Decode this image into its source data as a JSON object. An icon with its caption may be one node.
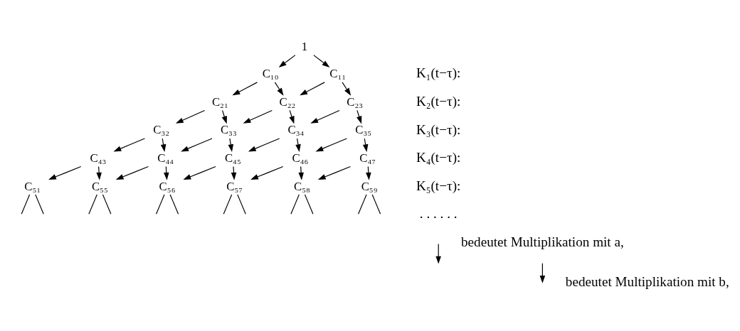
{
  "diagram": {
    "nodes": [
      {
        "text": [
          "1"
        ]
      },
      {
        "text": [
          "C₁₀"
        ]
      },
      {
        "text": [
          "C₁₁"
        ]
      },
      {
        "text": [
          "C₂₁"
        ]
      },
      {
        "text": [
          "C₂₂"
        ]
      },
      {
        "text": [
          "C₂₃"
        ]
      },
      {
        "text": [
          "C₃₂"
        ]
      },
      {
        "text": [
          "C₃₃"
        ]
      },
      {
        "text": [
          "C₃₄"
        ]
      },
      {
        "text": [
          "C₃₅"
        ]
      },
      {
        "text": [
          "C₄₃"
        ]
      },
      {
        "text": [
          "C₄₄"
        ]
      },
      {
        "text": [
          "C₄₅"
        ]
      },
      {
        "text": [
          "C₄₆"
        ]
      },
      {
        "text": [
          "C₄₇"
        ]
      },
      {
        "text": [
          "C₅₁"
        ]
      },
      {
        "text": [
          "C₅₅"
        ]
      },
      {
        "text": [
          "C₅₆"
        ]
      },
      {
        "text": [
          "C₅₇"
        ]
      },
      {
        "text": [
          "C₅₈"
        ]
      },
      {
        "text": [
          "C₅₉"
        ]
      }
    ],
    "edges": [
      {
        "from": 0,
        "to": 1,
        "arrow": "to"
      },
      {
        "from": 0,
        "to": 2,
        "arrow": "to"
      },
      {
        "from": 1,
        "to": 3,
        "arrow": "to"
      },
      {
        "from": 1,
        "to": 4,
        "arrow": "to"
      },
      {
        "from": 2,
        "to": 4,
        "arrow": "to"
      },
      {
        "from": 2,
        "to": 5,
        "arrow": "to"
      },
      {
        "from": 3,
        "to": 6,
        "arrow": "to"
      },
      {
        "from": 3,
        "to": 7,
        "arrow": "to"
      },
      {
        "from": 4,
        "to": 7,
        "arrow": "to"
      },
      {
        "from": 4,
        "to": 8,
        "arrow": "to"
      },
      {
        "from": 5,
        "to": 8,
        "arrow": "to"
      },
      {
        "from": 5,
        "to": 9,
        "arrow": "to"
      },
      {
        "from": 6,
        "to": 10,
        "arrow": "to"
      },
      {
        "from": 6,
        "to": 11,
        "arrow": "to"
      },
      {
        "from": 7,
        "to": 11,
        "arrow": "to"
      },
      {
        "from": 7,
        "to": 12,
        "arrow": "to"
      },
      {
        "from": 8,
        "to": 12,
        "arrow": "to"
      },
      {
        "from": 8,
        "to": 13,
        "arrow": "to"
      },
      {
        "from": 9,
        "to": 13,
        "arrow": "to"
      },
      {
        "from": 9,
        "to": 14,
        "arrow": "to"
      },
      {
        "from": 10,
        "to": 15,
        "arrow": "to"
      },
      {
        "from": 10,
        "to": 16,
        "arrow": "to"
      },
      {
        "from": 11,
        "to": 16,
        "arrow": "to"
      },
      {
        "from": 11,
        "to": 17,
        "arrow": "to"
      },
      {
        "from": 12,
        "to": 17,
        "arrow": "to"
      },
      {
        "from": 12,
        "to": 18,
        "arrow": "to"
      },
      {
        "from": 13,
        "to": 18,
        "arrow": "to"
      },
      {
        "from": 13,
        "to": 19,
        "arrow": "to"
      },
      {
        "from": 14,
        "to": 19,
        "arrow": "to"
      },
      {
        "from": 14,
        "to": 20,
        "arrow": "to"
      },
      {
        "from": 15,
        "to": null,
        "arrow": "none"
      },
      {
        "from": 15,
        "to": null,
        "arrow": "none"
      },
      {
        "from": 16,
        "to": null,
        "arrow": "none"
      },
      {
        "from": 16,
        "to": null,
        "arrow": "none"
      },
      {
        "from": 17,
        "to": null,
        "arrow": "none"
      },
      {
        "from": 17,
        "to": null,
        "arrow": "none"
      },
      {
        "from": 18,
        "to": null,
        "arrow": "none"
      },
      {
        "from": 18,
        "to": null,
        "arrow": "none"
      },
      {
        "from": 19,
        "to": null,
        "arrow": "none"
      },
      {
        "from": 19,
        "to": null,
        "arrow": "none"
      },
      {
        "from": 20,
        "to": null,
        "arrow": "none"
      },
      {
        "from": 20,
        "to": null,
        "arrow": "none"
      }
    ],
    "labels": [
      "K₁(t−τ):",
      "K₂(t−τ):",
      "K₃(t−τ):",
      "K₄(t−τ):",
      "K₅(t−τ):",
      ". . . . . ."
    ],
    "legend": [
      {
        "text": "bedeutet Multiplikation mit a,"
      },
      {
        "text": "bedeutet Multiplikation mit b,"
      }
    ]
  }
}
